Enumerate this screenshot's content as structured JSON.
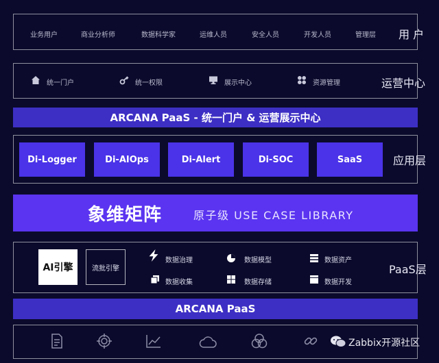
{
  "users_row": {
    "items": [
      "业务用户",
      "商业分析师",
      "数据科学家",
      "运维人员",
      "安全人员",
      "开发人员",
      "管理层"
    ],
    "label": "用 户"
  },
  "ops_row": {
    "items": [
      {
        "icon": "home-icon",
        "label": "统一门户"
      },
      {
        "icon": "key-icon",
        "label": "统一权限"
      },
      {
        "icon": "monitor-icon",
        "label": "展示中心"
      },
      {
        "icon": "grid-icon",
        "label": "资源管理"
      }
    ],
    "label": "运营中心"
  },
  "portal_band": {
    "title": "ARCANA PaaS - 统一门户 & 运营展示中心"
  },
  "app_row": {
    "tiles": [
      "Di-Logger",
      "Di-AIOps",
      "Di-Alert",
      "Di-SOC",
      "SaaS"
    ],
    "label": "应用层"
  },
  "usecase_band": {
    "logo": "象维矩阵",
    "subtitle": "原子级 USE CASE LIBRARY"
  },
  "paas_row": {
    "ai_engine": "AI引擎",
    "flow_engine": "流批引擎",
    "items": [
      {
        "icon": "lightning-icon",
        "label": "数据治理"
      },
      {
        "icon": "pie-icon",
        "label": "数据模型"
      },
      {
        "icon": "stack-icon",
        "label": "数据资产"
      },
      {
        "icon": "collect-icon",
        "label": "数据收集"
      },
      {
        "icon": "storage-icon",
        "label": "数据存储"
      },
      {
        "icon": "folder-icon",
        "label": "数据开发"
      }
    ],
    "label": "PaaS层"
  },
  "bottom_band": {
    "title": "ARCANA PaaS"
  },
  "footer": {
    "icons": [
      "document-icon",
      "target-icon",
      "chart-icon",
      "cloud-icon",
      "circles-icon",
      "link-icon"
    ],
    "watermark": "Zabbix开源社区"
  },
  "colors": {
    "background": "#0b0a2c",
    "band": "#3d2fc4",
    "tile": "#4a33e8"
  }
}
